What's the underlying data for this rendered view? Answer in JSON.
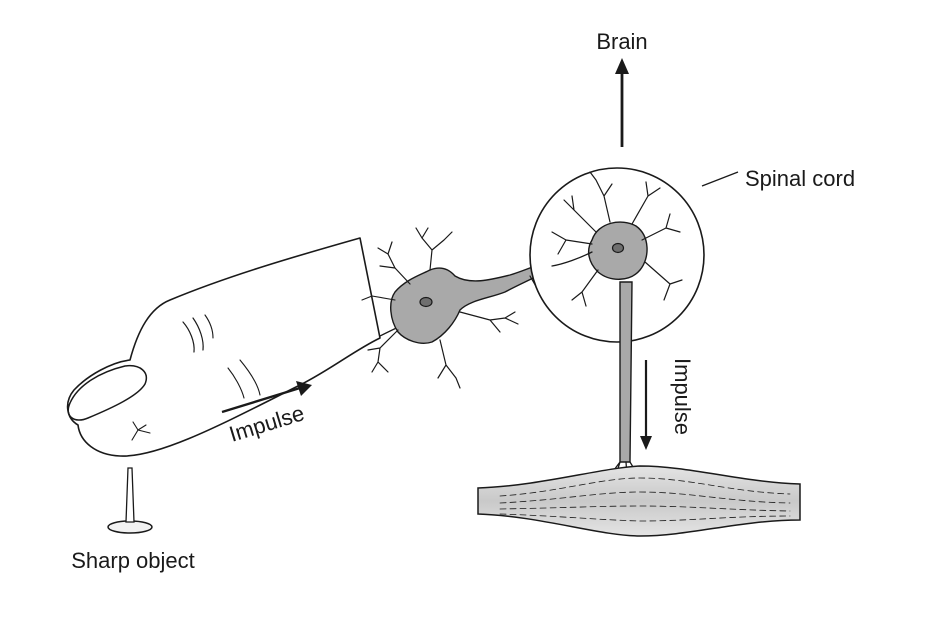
{
  "labels": {
    "brain": "Brain",
    "spinal_cord": "Spinal cord",
    "impulse_sensory": "Impulse",
    "impulse_motor": "Impulse",
    "sharp_object": "Sharp object"
  },
  "icons": {
    "finger": "finger-illustration",
    "sensory_neuron": "sensory-neuron",
    "interneuron": "interneuron",
    "motor_neuron": "motor-neuron",
    "muscle": "muscle-fiber",
    "pin": "sharp-object-pin"
  },
  "colors": {
    "ink": "#1a1a1a",
    "neuron_fill": "#a9a9a9",
    "finger_fill": "#ececec",
    "muscle_fill": "#d6d6d6"
  }
}
